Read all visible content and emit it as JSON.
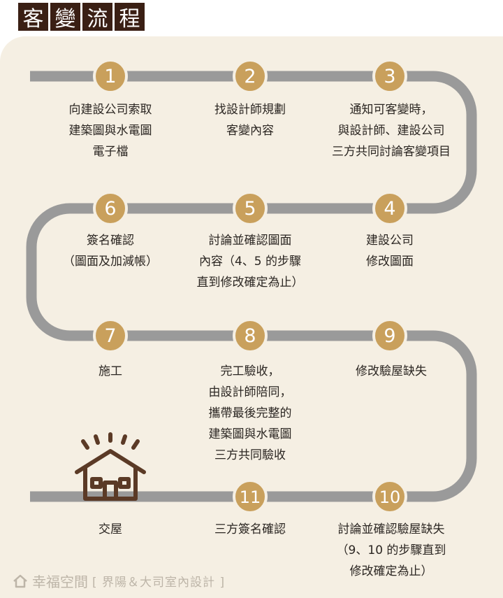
{
  "title_chars": [
    "客",
    "變",
    "流",
    "程"
  ],
  "colors": {
    "panel": "#f5efe3",
    "track": "#9a9a9a",
    "node": "#c9a05c",
    "title_bg": "#3a1f14",
    "house": "#5b3a26"
  },
  "steps": [
    {
      "num": "1",
      "text": "向建設公司索取\n建築圖與水電圖\n電子檔"
    },
    {
      "num": "2",
      "text": "找設計師規劃\n客變內容"
    },
    {
      "num": "3",
      "text": "通知可客變時，\n與設計師、建設公司\n三方共同討論客變項目"
    },
    {
      "num": "4",
      "text": "建設公司\n修改圖面"
    },
    {
      "num": "5",
      "text": "討論並確認圖面\n內容（4、5 的步驟\n直到修改確定為止）"
    },
    {
      "num": "6",
      "text": "簽名確認\n（圖面及加減帳）"
    },
    {
      "num": "7",
      "text": "施工"
    },
    {
      "num": "8",
      "text": "完工驗收，\n由設計師陪同，\n攜帶最後完整的\n建築圖與水電圖\n三方共同驗收"
    },
    {
      "num": "9",
      "text": "修改驗屋缺失"
    },
    {
      "num": "10",
      "text": "討論並確認驗屋缺失\n（9、10 的步驟直到\n修改確定為止）"
    },
    {
      "num": "11",
      "text": "三方簽名確認"
    }
  ],
  "house": {
    "icon": "house-icon",
    "label": "交屋"
  },
  "watermark": {
    "brand": "幸福空間",
    "credit": "[ 界陽＆大司室內設計 ]"
  }
}
